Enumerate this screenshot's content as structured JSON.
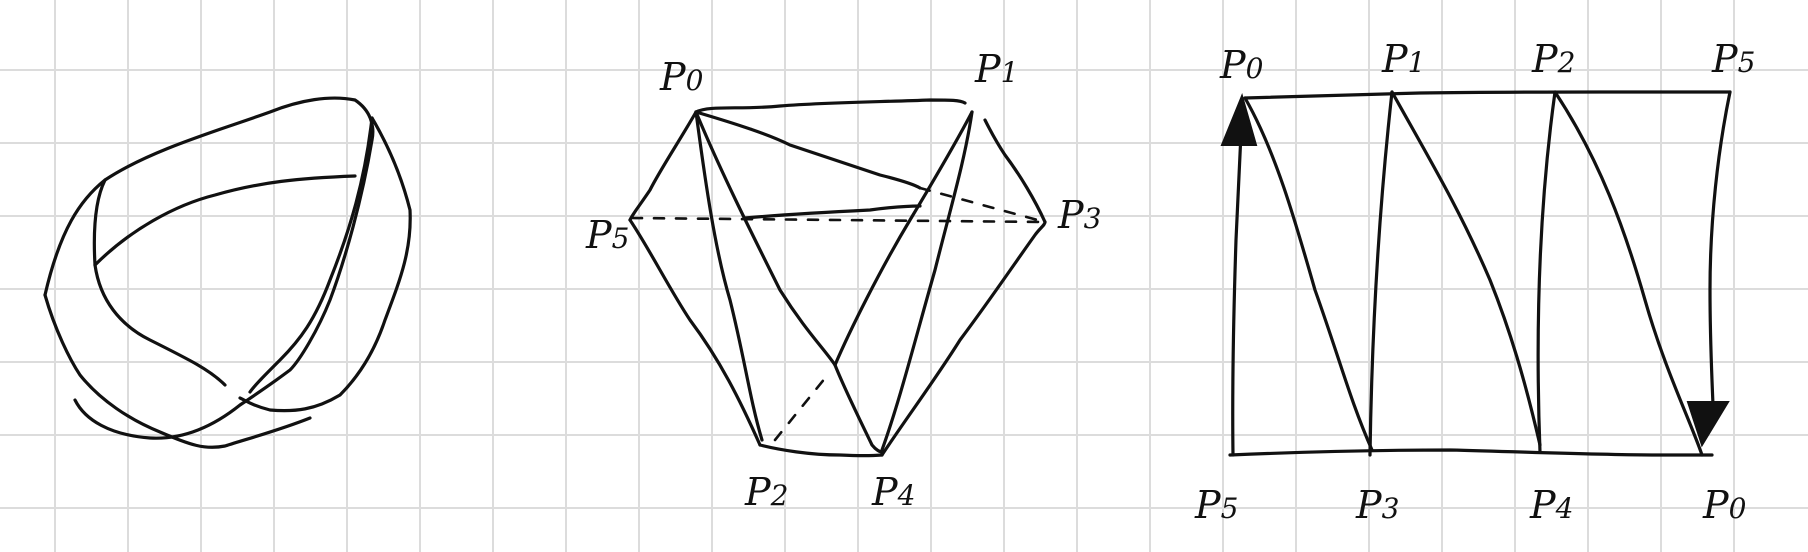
{
  "labels": {
    "hex": {
      "p0": [
        "P",
        "0"
      ],
      "p1": [
        "P",
        "1"
      ],
      "p3": [
        "P",
        "3"
      ],
      "p5": [
        "P",
        "5"
      ],
      "p2": [
        "P",
        "2"
      ],
      "p4": [
        "P",
        "4"
      ]
    },
    "rect": {
      "top_p0": [
        "P",
        "0"
      ],
      "top_p1": [
        "P",
        "1"
      ],
      "top_p2": [
        "P",
        "2"
      ],
      "top_p5": [
        "P",
        "5"
      ],
      "bot_p5": [
        "P",
        "5"
      ],
      "bot_p3": [
        "P",
        "3"
      ],
      "bot_p4": [
        "P",
        "4"
      ],
      "bot_p0": [
        "P",
        "0"
      ]
    }
  },
  "colors": {
    "ink": "#111111",
    "grid": "#dcdcdc",
    "background": "#ffffff"
  }
}
